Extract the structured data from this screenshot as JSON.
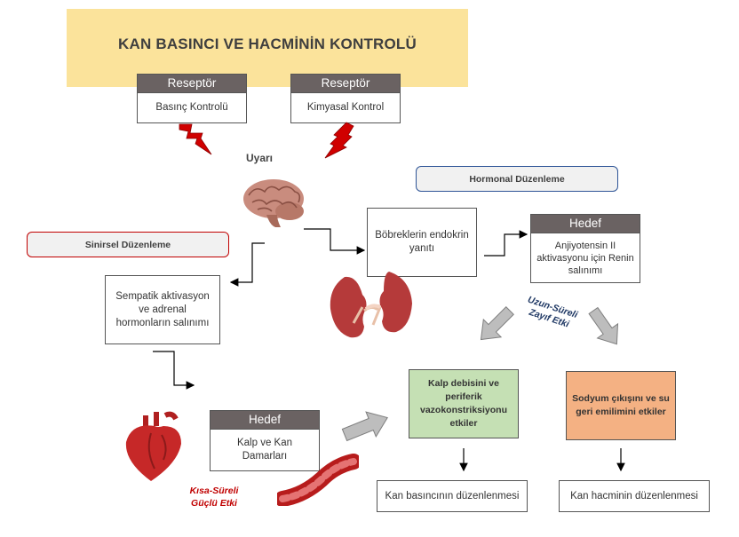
{
  "title": "KAN BASINCI VE HACMİNİN KONTROLÜ",
  "receptors": [
    {
      "header": "Reseptör",
      "text": "Basınç Kontrolü"
    },
    {
      "header": "Reseptör",
      "text": "Kimyasal Kontrol"
    }
  ],
  "stimulus_label": "Uyarı",
  "hormonal_label": "Hormonal Düzenleme",
  "neural_label": "Sinirsel Düzenleme",
  "kidney_box": "Böbreklerin endokrin yanıtı",
  "target_header": "Hedef",
  "target_hormonal": "Anjiyotensin II aktivasyonu için Renin salınımı",
  "sympathetic_box": "Sempatik aktivasyon ve adrenal hormonların salınımı",
  "target_neural": "Kalp ve Kan Damarları",
  "long_term": "Uzun-Süreli Zayıf Etki",
  "short_term": "Kısa-Süreli Güçlü Etki",
  "green_box": "Kalp debisini ve periferik vazokonstriksiyonu etkiler",
  "orange_box": "Sodyum çıkışını ve su geri emilimini etkiler",
  "result_pressure": "Kan basıncının düzenlenmesi",
  "result_volume": "Kan hacminin düzenlenmesi",
  "colors": {
    "title_bg": "#fbe39b",
    "header_bg": "#6a6262",
    "green_box": "#c5e0b4",
    "orange_box": "#f4b183",
    "neural_border": "#c00000",
    "hormonal_border": "#2f5597",
    "long_term_text": "#1f3864",
    "short_term_text": "#c00000"
  }
}
